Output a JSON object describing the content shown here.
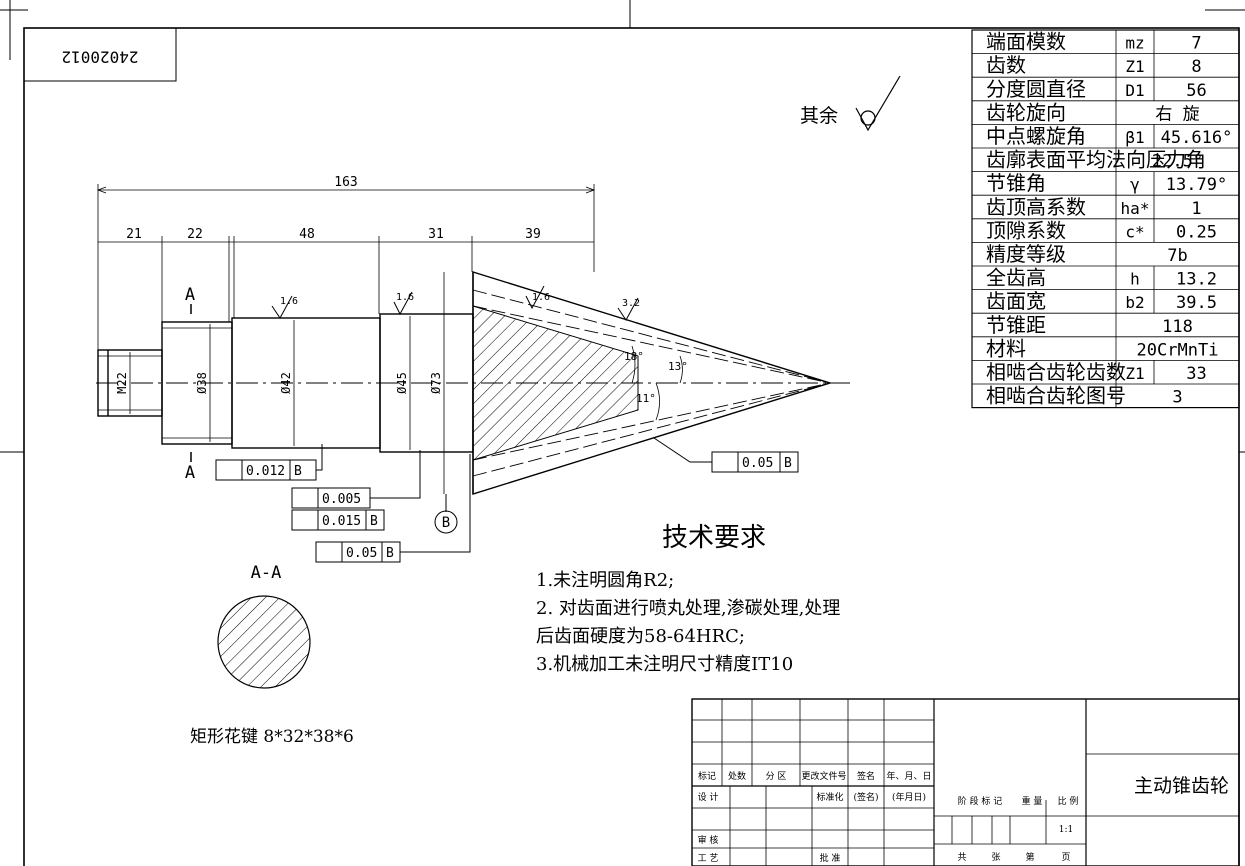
{
  "drawing_number_rotated": "24020012",
  "surface_finish_note": {
    "prefix": "其余"
  },
  "params": [
    {
      "name": "端面模数",
      "symbol": "mz",
      "value": "7"
    },
    {
      "name": "齿数",
      "symbol": "Z1",
      "value": "8"
    },
    {
      "name": "分度圆直径",
      "symbol": "D1",
      "value": "56"
    },
    {
      "name": "齿轮旋向",
      "symbol": "",
      "value": "右 旋"
    },
    {
      "name": "中点螺旋角",
      "symbol": "β1",
      "value": "45.616°"
    },
    {
      "name": "齿廓表面平均法向压力角",
      "symbol": "",
      "value": "22.5°"
    },
    {
      "name": "节锥角",
      "symbol": "γ",
      "value": "13.79°"
    },
    {
      "name": "齿顶高系数",
      "symbol": "ha*",
      "value": "1"
    },
    {
      "name": "顶隙系数",
      "symbol": "c*",
      "value": "0.25"
    },
    {
      "name": "精度等级",
      "symbol": "",
      "value": "7b"
    },
    {
      "name": "全齿高",
      "symbol": "h",
      "value": "13.2"
    },
    {
      "name": "齿面宽",
      "symbol": "b2",
      "value": "39.5"
    },
    {
      "name": "节锥距",
      "symbol": "",
      "value": "118"
    },
    {
      "name": "材料",
      "symbol": "",
      "value": "20CrMnTi"
    },
    {
      "name": "相啮合齿轮齿数",
      "symbol": "Z1",
      "value": "33"
    },
    {
      "name": "相啮合齿轮图号",
      "symbol": "",
      "value": "3"
    }
  ],
  "dims": {
    "overall": "163",
    "seg1": "21",
    "seg2": "22",
    "seg3": "48",
    "seg4": "31",
    "seg5": "39",
    "dia_m22": "M22",
    "dia_38": "Ø38",
    "dia_42": "Ø42",
    "dia_45": "Ø45",
    "dia_73": "Ø73",
    "angle_18": "18°",
    "angle_13": "13°",
    "angle_11": "11°"
  },
  "roughness": {
    "r1": "1.6",
    "r2": "1.6",
    "r3": "1.6",
    "r4": "3.2"
  },
  "tolerances": {
    "t1_value": "0.012",
    "t1_datum": "B",
    "t2_value": "0.005",
    "t3_value": "0.015",
    "t3_datum": "B",
    "t4_value": "0.05",
    "t4_datum": "B",
    "t5_value": "0.05",
    "t5_datum": "B"
  },
  "datum_label": "B",
  "section_marks": {
    "top": "A",
    "bottom": "A"
  },
  "section": {
    "title": "A-A",
    "caption": "矩形花键 8*32*38*6"
  },
  "tech_requirements": {
    "title": "技术要求",
    "items": [
      "1.未注明圆角R2;",
      "2.  对齿面进行喷丸处理,渗碳处理,处理",
      "后齿面硬度为58-64HRC;",
      "3.机械加工未注明尺寸精度IT10"
    ]
  },
  "title_block": {
    "part_name": "主动锥齿轮",
    "rev_headers": [
      "标记",
      "处数",
      "分 区",
      "更改文件号",
      "签名",
      "年、月、日"
    ],
    "design": "设 计",
    "standardize": "标准化",
    "sign": "(签名)",
    "date": "(年月日)",
    "stage_headers": [
      "阶 段 标 记",
      "重 量",
      "比 例"
    ],
    "scale": "1:1",
    "review": "审 核",
    "process": "工 艺",
    "approve": "批 准",
    "sheet_info": [
      "共",
      "张",
      "第",
      "页"
    ]
  }
}
